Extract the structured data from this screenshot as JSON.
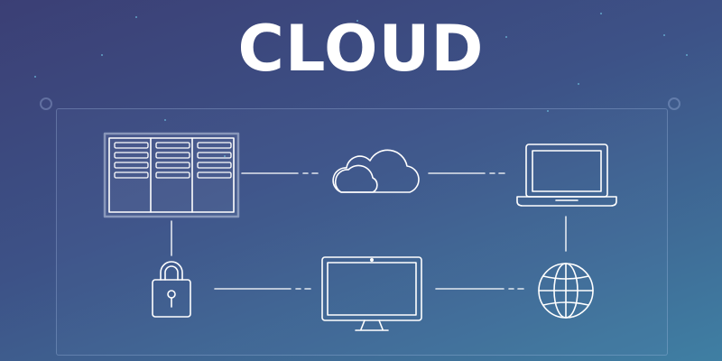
{
  "title": "CLOUD",
  "colors": {
    "background_top": "#3b3f75",
    "background_bottom": "#3f7fa3",
    "stroke": "#ffffff",
    "title": "#ffffff"
  },
  "nodes": [
    {
      "id": "server",
      "icon": "server-rack-icon"
    },
    {
      "id": "cloud",
      "icon": "cloud-icon"
    },
    {
      "id": "laptop",
      "icon": "laptop-icon"
    },
    {
      "id": "lock",
      "icon": "padlock-icon"
    },
    {
      "id": "monitor",
      "icon": "desktop-monitor-icon"
    },
    {
      "id": "globe",
      "icon": "globe-icon"
    }
  ],
  "connections": [
    {
      "from": "server",
      "to": "cloud"
    },
    {
      "from": "cloud",
      "to": "laptop"
    },
    {
      "from": "server",
      "to": "lock"
    },
    {
      "from": "lock",
      "to": "monitor"
    },
    {
      "from": "monitor",
      "to": "globe"
    },
    {
      "from": "laptop",
      "to": "globe"
    }
  ]
}
